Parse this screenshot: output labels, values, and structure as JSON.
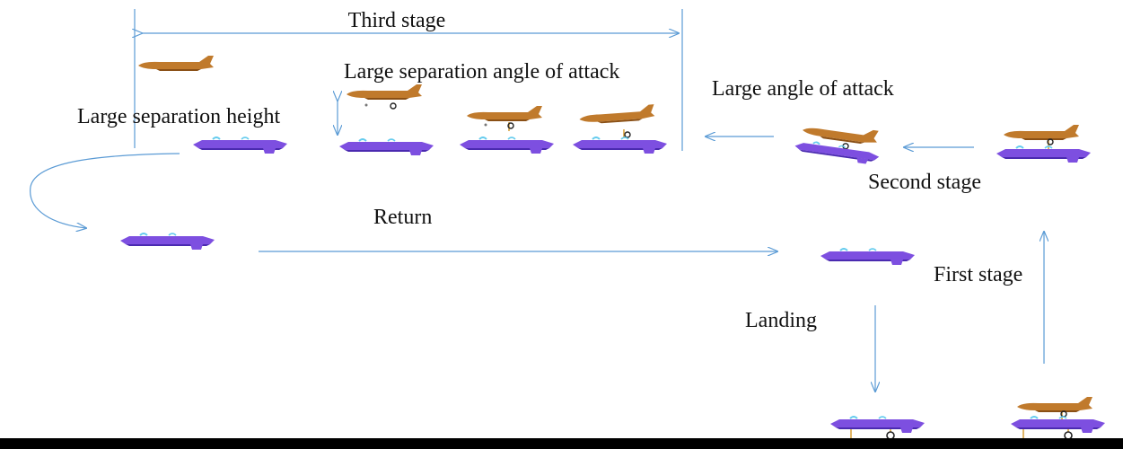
{
  "labels": {
    "third_stage": "Third stage",
    "large_separation_angle": "Large separation angle of attack",
    "large_angle": "Large angle of attack",
    "large_separation_height": "Large separation height",
    "second_stage": "Second stage",
    "return": "Return",
    "first_stage": "First stage",
    "landing": "Landing"
  },
  "colors": {
    "arrow": "#5b9bd5",
    "carrier": "#7d4fe0",
    "carrier_dark": "#4a2ab0",
    "parasite": "#c07a2c",
    "parasite_dark": "#8a5016",
    "canopy": "#66ccee",
    "gear": "#d9a441",
    "wheel": "#222222",
    "text": "#111111"
  }
}
